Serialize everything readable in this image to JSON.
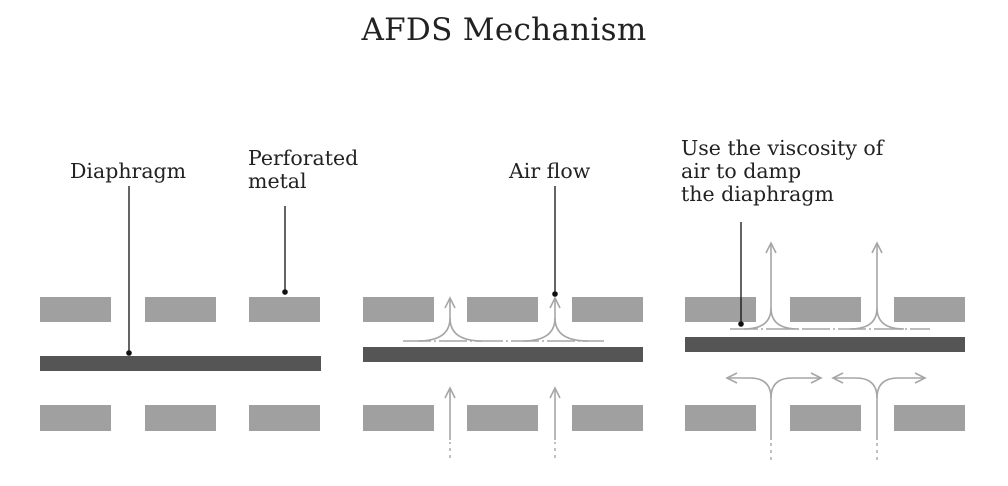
{
  "title": "AFDS Mechanism",
  "labels": {
    "diaphragm": "Diaphragm",
    "perforated_line1": "Perforated",
    "perforated_line2": "metal",
    "air_flow": "Air flow",
    "viscosity_line1": "Use the viscosity of",
    "viscosity_line2": "air to damp",
    "viscosity_line3": "the diaphragm"
  },
  "colors": {
    "plate": "#a0a0a0",
    "diaphragm": "#555555",
    "arrow": "#a6a6a6",
    "leader": "#111111",
    "text": "#222222"
  }
}
